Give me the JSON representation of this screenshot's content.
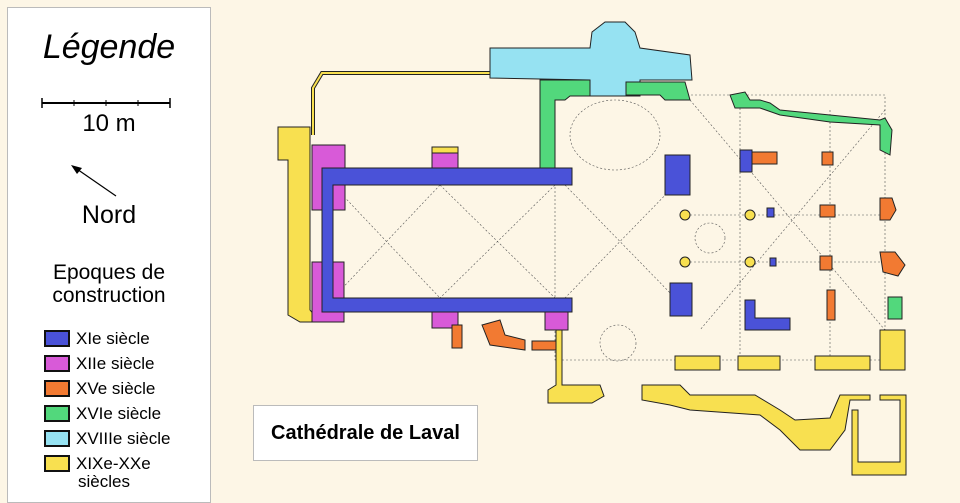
{
  "legend": {
    "title": "Légende",
    "scale": "10 m",
    "north": "Nord",
    "epochs_heading_1": "Epoques de",
    "epochs_heading_2": "construction",
    "epochs": [
      {
        "label": "XIe siècle",
        "color": "#4a52d8"
      },
      {
        "label": "XIIe siècle",
        "color": "#d85ad8"
      },
      {
        "label": "XVe siècle",
        "color": "#f27a32"
      },
      {
        "label": "XVIe siècle",
        "color": "#52d87c"
      },
      {
        "label": "XVIIIe siècle",
        "color": "#96e2f2"
      },
      {
        "label": "XIXe-XXe",
        "color": "#f8e050"
      }
    ],
    "last_epoch_suffix": "siècles"
  },
  "plan_title": "Cathédrale de Laval"
}
